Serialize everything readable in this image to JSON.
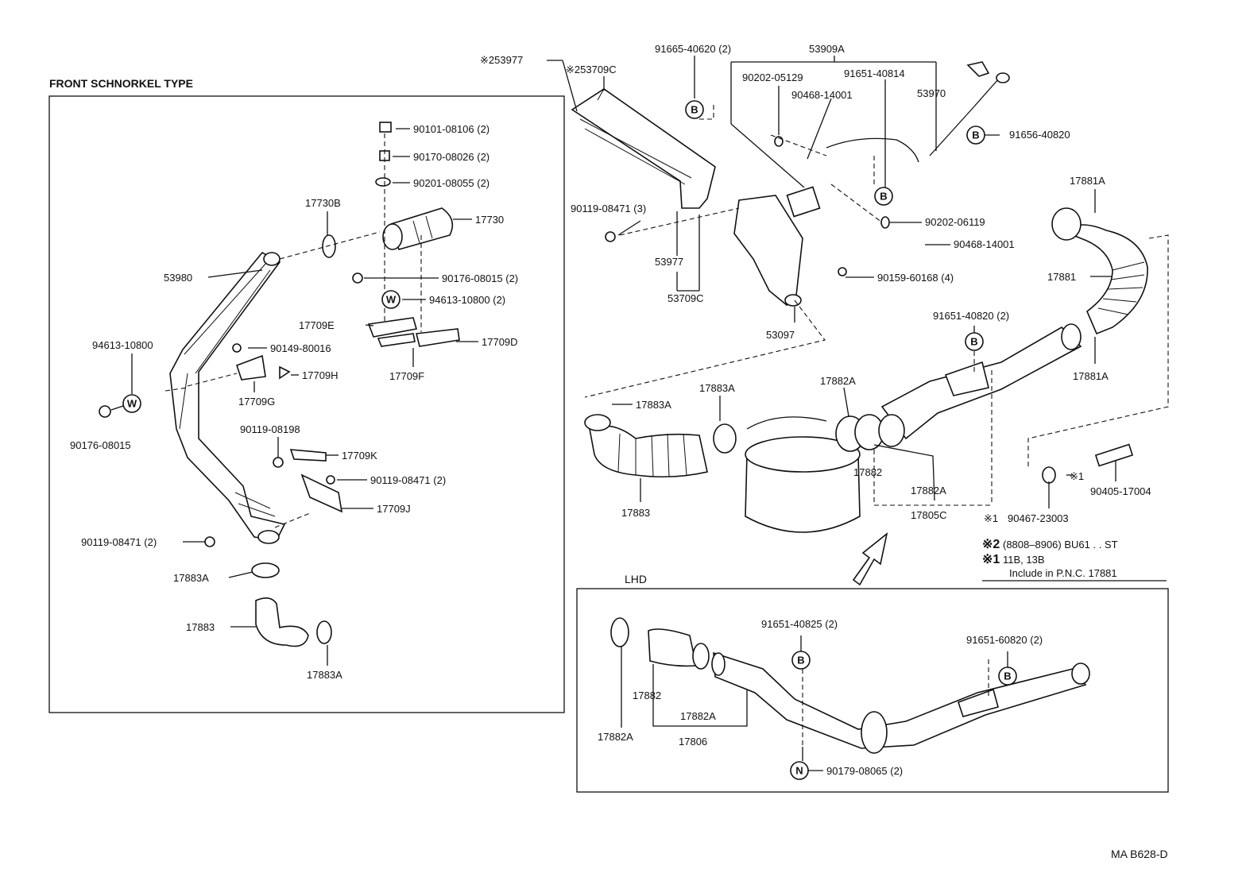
{
  "titles": {
    "front_schnorkel": "FRONT SCHNORKEL TYPE",
    "lhd": "LHD",
    "figure_code": "MA B628-D"
  },
  "notes": {
    "note2_mark": "※2",
    "note2_text": "(8808–8906) BU61 . . ST",
    "note1_mark": "※1",
    "note1_text": "11B, 13B",
    "include_text": "Include in P.N.C. 17881"
  },
  "circle_symbols": {
    "b": "B",
    "w": "W",
    "n": "N"
  },
  "labels": {
    "p253977": "※253977",
    "p253709c": "※253709C",
    "p9166540620": "91665-40620 (2)",
    "p53909a": "53909A",
    "p9020205129": "90202-05129",
    "p9165140814": "91651-40814",
    "p9046814001a": "90468-14001",
    "p53970": "53970",
    "p9165640820": "91656-40820",
    "p9011908471a": "90119-08471 (3)",
    "p53977": "53977",
    "p53709c": "53709C",
    "p9020206119": "90202-06119",
    "p9046814001b": "90468-14001",
    "p9015960168": "90159-60168 (4)",
    "p53097": "53097",
    "p17881a_top": "17881A",
    "p17881": "17881",
    "p17881a_bot": "17881A",
    "p9165140820": "91651-40820 (2)",
    "p17882a_top": "17882A",
    "p17883a_right1": "17883A",
    "p17883a_right2": "17883A",
    "p17883_right": "17883",
    "p17882_right": "17882",
    "p17882a_mid": "17882A",
    "p17805c": "17805C",
    "p9040517004": "90405-17004",
    "mark_star1_a": "※1",
    "mark_star1_b": "※1",
    "p9046723003": "90467-23003",
    "p9010108106": "90101-08106 (2)",
    "p9017008026": "90170-08026 (2)",
    "p9020108055": "90201-08055 (2)",
    "p17730b": "17730B",
    "p17730": "17730",
    "p53980": "53980",
    "p9017608015a": "90176-08015 (2)",
    "p9461310800a": "94613-10800 (2)",
    "p17709e": "17709E",
    "p17709d": "17709D",
    "p17709f": "17709F",
    "p9461310800b": "94613-10800",
    "p9014980016": "90149-80016",
    "p17709h": "17709H",
    "p17709g": "17709G",
    "p9017608015b": "90176-08015",
    "p9011908198": "90119-08198",
    "p17709k": "17709K",
    "p9011908471b": "90119-08471 (2)",
    "p17709j": "17709J",
    "p9011908471c": "90119-08471 (2)",
    "p17883a_left1": "17883A",
    "p17883_left": "17883",
    "p17883a_left2": "17883A",
    "p9165140825": "91651-40825 (2)",
    "p9165160820": "91651-60820 (2)",
    "p17882_lhd": "17882",
    "p17882a_lhd1": "17882A",
    "p17882a_lhd2": "17882A",
    "p17806": "17806",
    "p9017908065": "90179-08065 (2)"
  }
}
